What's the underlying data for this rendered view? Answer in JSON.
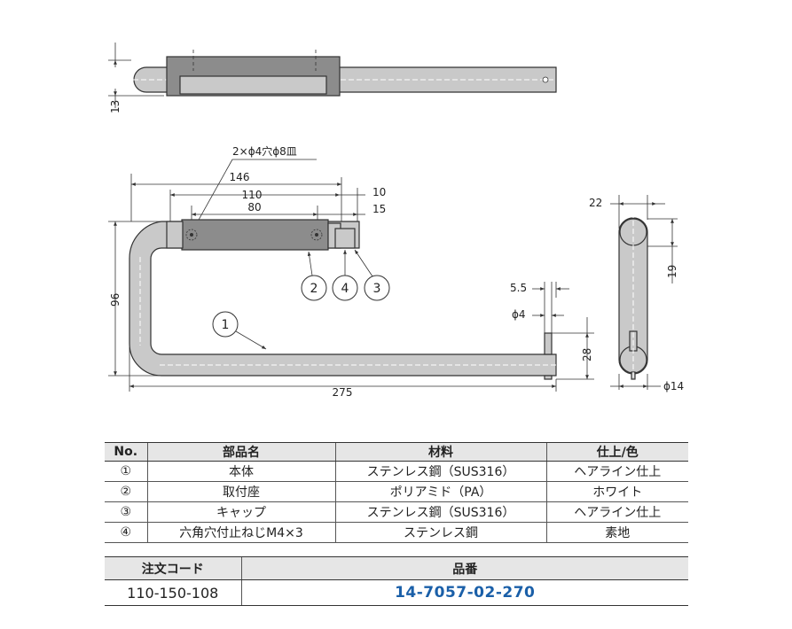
{
  "drawing": {
    "dimensions": {
      "side_thickness": "13",
      "hole_note": "2×ϕ4穴ϕ8皿",
      "overall_mount": "146",
      "mount_length": "110",
      "hole_pitch": "80",
      "offset_10": "10",
      "offset_15": "15",
      "height": "96",
      "length": "275",
      "pin_offset": "5.5",
      "pin_dia": "ϕ4",
      "pin_height": "28",
      "end_width": "22",
      "end_height": "19",
      "rod_dia": "ϕ14"
    },
    "callouts": [
      "1",
      "2",
      "4",
      "3"
    ]
  },
  "parts_table": {
    "headers": [
      "No.",
      "部品名",
      "材料",
      "仕上/色"
    ],
    "rows": [
      {
        "no": "①",
        "name": "本体",
        "material": "ステンレス鋼（SUS316）",
        "finish": "ヘアライン仕上"
      },
      {
        "no": "②",
        "name": "取付座",
        "material": "ポリアミド（PA）",
        "finish": "ホワイト"
      },
      {
        "no": "③",
        "name": "キャップ",
        "material": "ステンレス鋼（SUS316）",
        "finish": "ヘアライン仕上"
      },
      {
        "no": "④",
        "name": "六角穴付止ねじM4×3",
        "material": "ステンレス鋼",
        "finish": "素地"
      }
    ]
  },
  "order_table": {
    "headers": [
      "注文コード",
      "品番"
    ],
    "order_code": "110-150-108",
    "part_number": "14-7057-02-270"
  },
  "colors": {
    "part_number": "#1a5fa8",
    "header_bg": "#e6e6e6",
    "body": "#c9c9c9",
    "mount": "#8c8c8c"
  }
}
